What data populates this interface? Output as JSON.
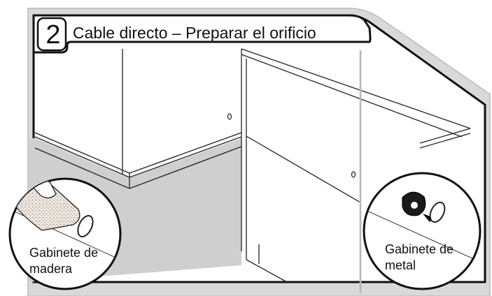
{
  "step": {
    "number": "2",
    "title": "Cable directo – Preparar el orificio"
  },
  "callouts": {
    "wood": {
      "line1": "Gabinete de",
      "line2": "madera"
    },
    "metal": {
      "line1": "Gabinete de",
      "line2": "metal"
    }
  }
}
